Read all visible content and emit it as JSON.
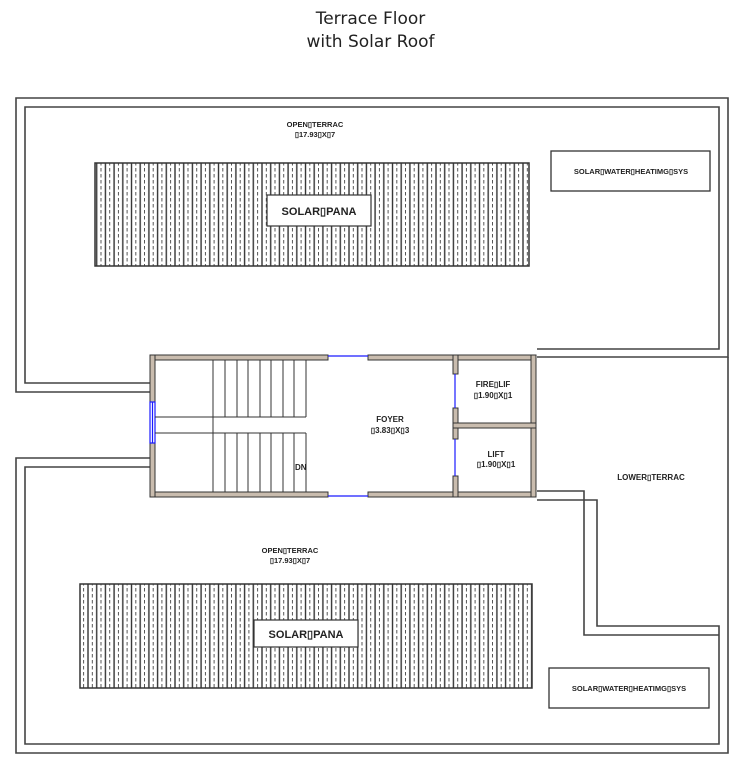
{
  "title": {
    "line1": "Terrace Floor",
    "line2": "with Solar Roof"
  },
  "colors": {
    "wall_fill": "#c9bcae",
    "wall_stroke": "#333333",
    "glazing": "#1a1aff",
    "line": "#444444"
  },
  "rooms": {
    "open_terrace_top": {
      "name": "OPEN▯TERRAC",
      "dims": "▯17.93▯X▯7"
    },
    "open_terrace_bottom": {
      "name": "OPEN▯TERRAC",
      "dims": "▯17.93▯X▯7"
    },
    "foyer": {
      "name": "FOYER",
      "dims": "▯3.83▯X▯3"
    },
    "fire_lift": {
      "name": "FIRE▯LIF",
      "dims": "▯1.90▯X▯1"
    },
    "lift": {
      "name": "LIFT",
      "dims": "▯1.90▯X▯1"
    },
    "lower_terrace": {
      "name": "LOWER▯TERRAC"
    },
    "stair": {
      "label": "DN"
    }
  },
  "solar_panels": {
    "top": {
      "label": "SOLAR▯PANA"
    },
    "bottom": {
      "label": "SOLAR▯PANA"
    }
  },
  "solar_water_heating": {
    "top": {
      "label": "SOLAR▯WATER▯HEATIMG▯SYS"
    },
    "bottom": {
      "label": "SOLAR▯WATER▯HEATIMG▯SYS"
    }
  }
}
